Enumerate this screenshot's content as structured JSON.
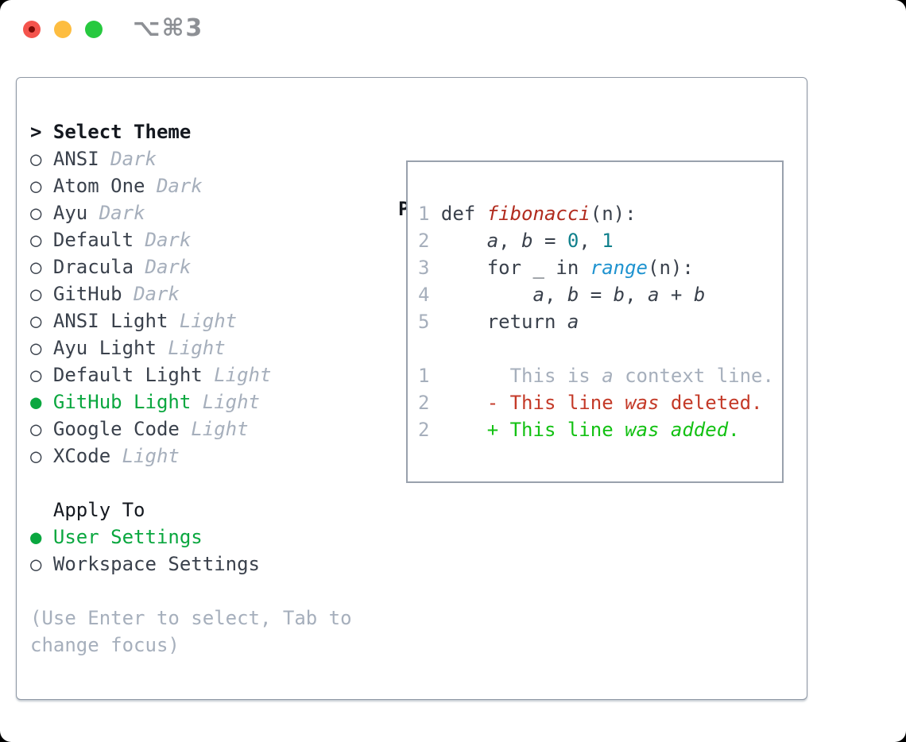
{
  "colors": {
    "text_dark": "#3a414c",
    "heading": "#14181f",
    "muted": "#a6afbc",
    "selected_green": "#0aa73f",
    "added_green": "#13c113",
    "deleted_red": "#c43a28",
    "function_red": "#b12b1e",
    "number_teal": "#10808c",
    "builtin_blue": "#1f93d0",
    "panel_border": "#8f98a5",
    "preview_border": "#99a1ad",
    "traffic_red": "#f4544d",
    "traffic_red_dot": "#7c0b06",
    "traffic_yellow": "#fdbd40",
    "traffic_green": "#27c93f",
    "shortcut_gray": "#8d9095"
  },
  "titlebar": {
    "shortcut": "⌥⌘3",
    "buttons": [
      "close",
      "minimize",
      "maximize"
    ]
  },
  "left": {
    "caret": ">",
    "title": "Select Theme",
    "themes": [
      {
        "label": "ANSI",
        "badge": "Dark",
        "selected": false
      },
      {
        "label": "Atom One",
        "badge": "Dark",
        "selected": false
      },
      {
        "label": "Ayu",
        "badge": "Dark",
        "selected": false
      },
      {
        "label": "Default",
        "badge": "Dark",
        "selected": false
      },
      {
        "label": "Dracula",
        "badge": "Dark",
        "selected": false
      },
      {
        "label": "GitHub",
        "badge": "Dark",
        "selected": false
      },
      {
        "label": "ANSI Light",
        "badge": "Light",
        "selected": false
      },
      {
        "label": "Ayu Light",
        "badge": "Light",
        "selected": false
      },
      {
        "label": "Default Light",
        "badge": "Light",
        "selected": false
      },
      {
        "label": "GitHub Light",
        "badge": "Light",
        "selected": true
      },
      {
        "label": "Google Code",
        "badge": "Light",
        "selected": false
      },
      {
        "label": "XCode",
        "badge": "Light",
        "selected": false
      }
    ],
    "radio_unselected": "○",
    "radio_selected": "●",
    "apply_title": "Apply To",
    "apply_options": [
      {
        "label": "User Settings",
        "selected": true
      },
      {
        "label": "Workspace Settings",
        "selected": false
      }
    ],
    "hint_lines": [
      "(Use Enter to select, Tab to",
      "change focus)"
    ]
  },
  "preview": {
    "title": "Preview",
    "code_lines": [
      {
        "num": "1",
        "tokens": [
          {
            "t": "def "
          },
          {
            "t": "fibonacci",
            "c": "function_red",
            "i": true
          },
          {
            "t": "(n):"
          }
        ]
      },
      {
        "num": "2",
        "tokens": [
          {
            "t": "    "
          },
          {
            "t": "a",
            "i": true
          },
          {
            "t": ", "
          },
          {
            "t": "b",
            "i": true
          },
          {
            "t": " = "
          },
          {
            "t": "0",
            "c": "number_teal"
          },
          {
            "t": ", "
          },
          {
            "t": "1",
            "c": "number_teal"
          }
        ]
      },
      {
        "num": "3",
        "tokens": [
          {
            "t": "    for _ in "
          },
          {
            "t": "range",
            "c": "builtin_blue",
            "i": true
          },
          {
            "t": "(n):"
          }
        ]
      },
      {
        "num": "4",
        "tokens": [
          {
            "t": "        "
          },
          {
            "t": "a",
            "i": true
          },
          {
            "t": ", "
          },
          {
            "t": "b",
            "i": true
          },
          {
            "t": " = "
          },
          {
            "t": "b",
            "i": true
          },
          {
            "t": ", "
          },
          {
            "t": "a",
            "i": true
          },
          {
            "t": " + "
          },
          {
            "t": "b",
            "i": true
          }
        ]
      },
      {
        "num": "5",
        "tokens": [
          {
            "t": "    return "
          },
          {
            "t": "a",
            "i": true
          }
        ]
      },
      {
        "num": "",
        "tokens": [
          {
            "t": ""
          }
        ]
      },
      {
        "num": "1",
        "tokens": [
          {
            "t": "      This is ",
            "c": "muted"
          },
          {
            "t": "a",
            "c": "muted",
            "i": true
          },
          {
            "t": " context line.",
            "c": "muted"
          }
        ]
      },
      {
        "num": "2",
        "tokens": [
          {
            "t": "    - This line ",
            "c": "deleted_red"
          },
          {
            "t": "was",
            "c": "deleted_red",
            "i": true
          },
          {
            "t": " deleted.",
            "c": "deleted_red"
          }
        ]
      },
      {
        "num": "2",
        "tokens": [
          {
            "t": "    + This line ",
            "c": "added_green"
          },
          {
            "t": "was",
            "c": "added_green",
            "i": true
          },
          {
            "t": " ",
            "c": "added_green"
          },
          {
            "t": "added",
            "c": "added_green",
            "i": true
          },
          {
            "t": ".",
            "c": "added_green"
          }
        ]
      }
    ]
  }
}
